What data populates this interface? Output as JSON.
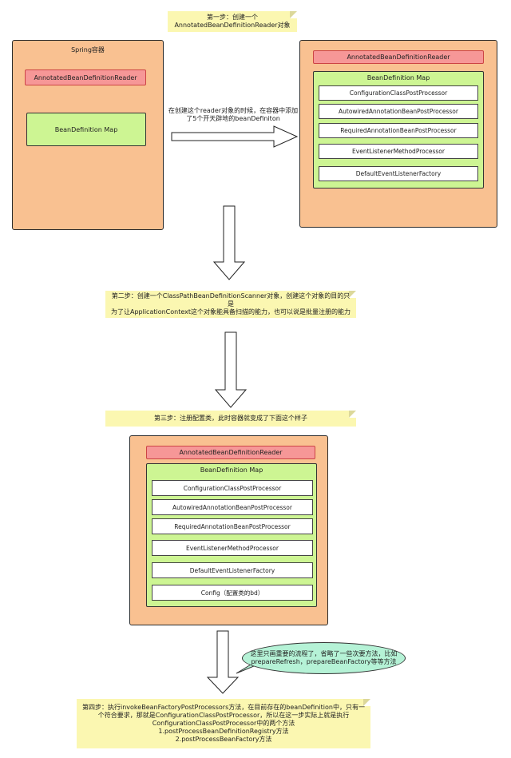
{
  "step1_note": [
    "第一步：创建一个",
    "AnnotatedBeanDefinitionReader对象"
  ],
  "left_container": {
    "title": "Spring容器",
    "reader": "AnnotatedBeanDefinitionReader",
    "map": "BeanDefinition Map"
  },
  "arrow_caption": [
    "在创建这个reader对象的时候，在容器中添加",
    "了5个开天辟地的beanDefiniton"
  ],
  "right_container": {
    "reader": "AnnotatedBeanDefinitionReader",
    "map_title": "BeanDefinition Map",
    "items": [
      "ConfigurationClassPostProcessor",
      "AutowiredAnnotationBeanPostProcessor",
      "RequiredAnnotationBeanPostProcessor",
      "EventListenerMethodProcessor",
      "DefaultEventListenerFactory"
    ]
  },
  "step2_note": [
    "第二步：创建一个ClassPathBeanDefinitionScanner对象，创建这个对象的目的只是",
    "为了让ApplicationContext这个对象能具备扫描的能力，也可以说是批量注册的能力"
  ],
  "step3_note": [
    "第三步：注册配置类，此时容器就变成了下面这个样子"
  ],
  "bottom_container": {
    "reader": "AnnotatedBeanDefinitionReader",
    "map_title": "BeanDefinition Map",
    "items": [
      "ConfigurationClassPostProcessor",
      "AutowiredAnnotationBeanPostProcessor",
      "RequiredAnnotationBeanPostProcessor",
      "EventListenerMethodProcessor",
      "DefaultEventListenerFactory",
      "Config（配置类的bd）"
    ]
  },
  "bubble": [
    "这里只画重要的流程了，省略了一些次要方法，比如",
    "prepareRefresh，prepareBeanFactory等等方法"
  ],
  "step4_note": [
    "第四步：执行invokeBeanFactoryPostProcessors方法，在目前存在的beanDefinition中，只有一",
    "个符合要求，那就是ConfigurationClassPostProcessor，所以在这一步实际上就是执行",
    "ConfigurationClassPostProcessor中的两个方法",
    "1.postProcessBeanDefinitionRegistry方法",
    "2.postProcessBeanFactory方法"
  ],
  "colors": {
    "note": "#fbf7b1",
    "container": "#f9c191",
    "reader": "#f69797",
    "map": "#cdf593",
    "bubble": "#b5f2d6"
  }
}
